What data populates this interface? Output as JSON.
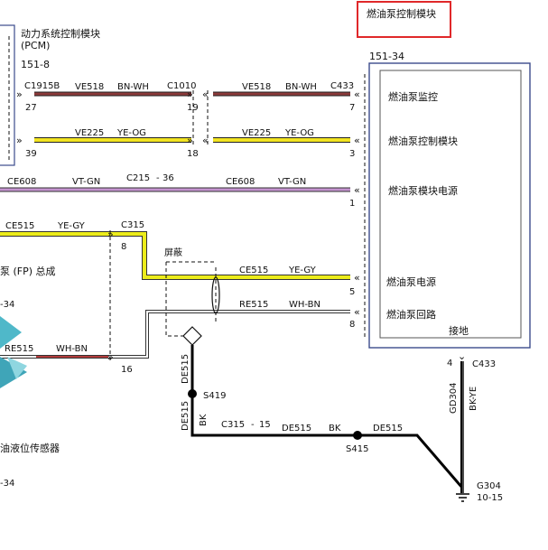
{
  "highlight_title": "燃油泵控制模块",
  "pcm": {
    "title_cn": "动力系统控制模块",
    "title_en": "(PCM)",
    "ref": "151-8"
  },
  "fpcm": {
    "ref": "151-34",
    "labels": [
      "燃油泵监控",
      "燃油泵控制模块",
      "燃油泵模块电源",
      "燃油泵电源",
      "燃油泵回路",
      "接地"
    ]
  },
  "wires": {
    "w1": {
      "conn_left": "C1915B",
      "pin_left": "27",
      "circ_left": "VE518",
      "color_left": "BN-WH",
      "conn_mid": "C1010",
      "pin_mid": "19",
      "circ_right": "VE518",
      "color_right": "BN-WH",
      "conn_right": "C433",
      "pin_right": "7"
    },
    "w2": {
      "pin_left": "39",
      "circ_left": "VE225",
      "color_left": "YE-OG",
      "pin_mid": "18",
      "circ_right": "VE225",
      "color_right": "YE-OG",
      "pin_right": "3"
    },
    "w3": {
      "circ_left": "CE608",
      "color_left": "VT-GN",
      "conn_mid": "C215",
      "conn_mid_pin": "36",
      "circ_right": "CE608",
      "color_right": "VT-GN",
      "pin_right": "1"
    },
    "w4": {
      "circ_left": "CE515",
      "color_left": "YE-GY",
      "conn_mid": "C315",
      "pin_mid": "8",
      "circ_right": "CE515",
      "color_right": "YE-GY",
      "pin_right": "5"
    },
    "w5": {
      "circ_left": "RE515",
      "color_left": "WH-BN",
      "pin_mid": "16",
      "circ_right": "RE515",
      "color_right": "WH-BN",
      "pin_right": "8"
    },
    "shield_label": "屏蔽",
    "ground": {
      "circ_a": "DE515",
      "splice_a": "S419",
      "circ_b": "DE515",
      "color_b": "BK",
      "conn": "C315",
      "conn_pin": "15",
      "circ_c": "DE515",
      "color_c": "BK",
      "splice_b": "S415",
      "circ_d": "DE515",
      "pin_gnd": "4",
      "conn_gnd": "C433",
      "circ_gnd": "GD304",
      "color_gnd": "BK-YE",
      "gnd_name": "G304",
      "gnd_ref": "10-15"
    }
  },
  "left_fragments": {
    "fp_total": "泵 (FP) 总成",
    "ref_a": "-34",
    "level_sensor": "油液位传感器",
    "ref_b": "-34"
  },
  "colors": {
    "highlight_border": "#e0282a",
    "brown_white": "#8b3a3a",
    "yellow_orange": "#f2e422",
    "violet_green": "#c493cf",
    "yellow_gray": "#ecec1a",
    "module_frame": "#3b4b8c",
    "ground_black": "#000000"
  }
}
